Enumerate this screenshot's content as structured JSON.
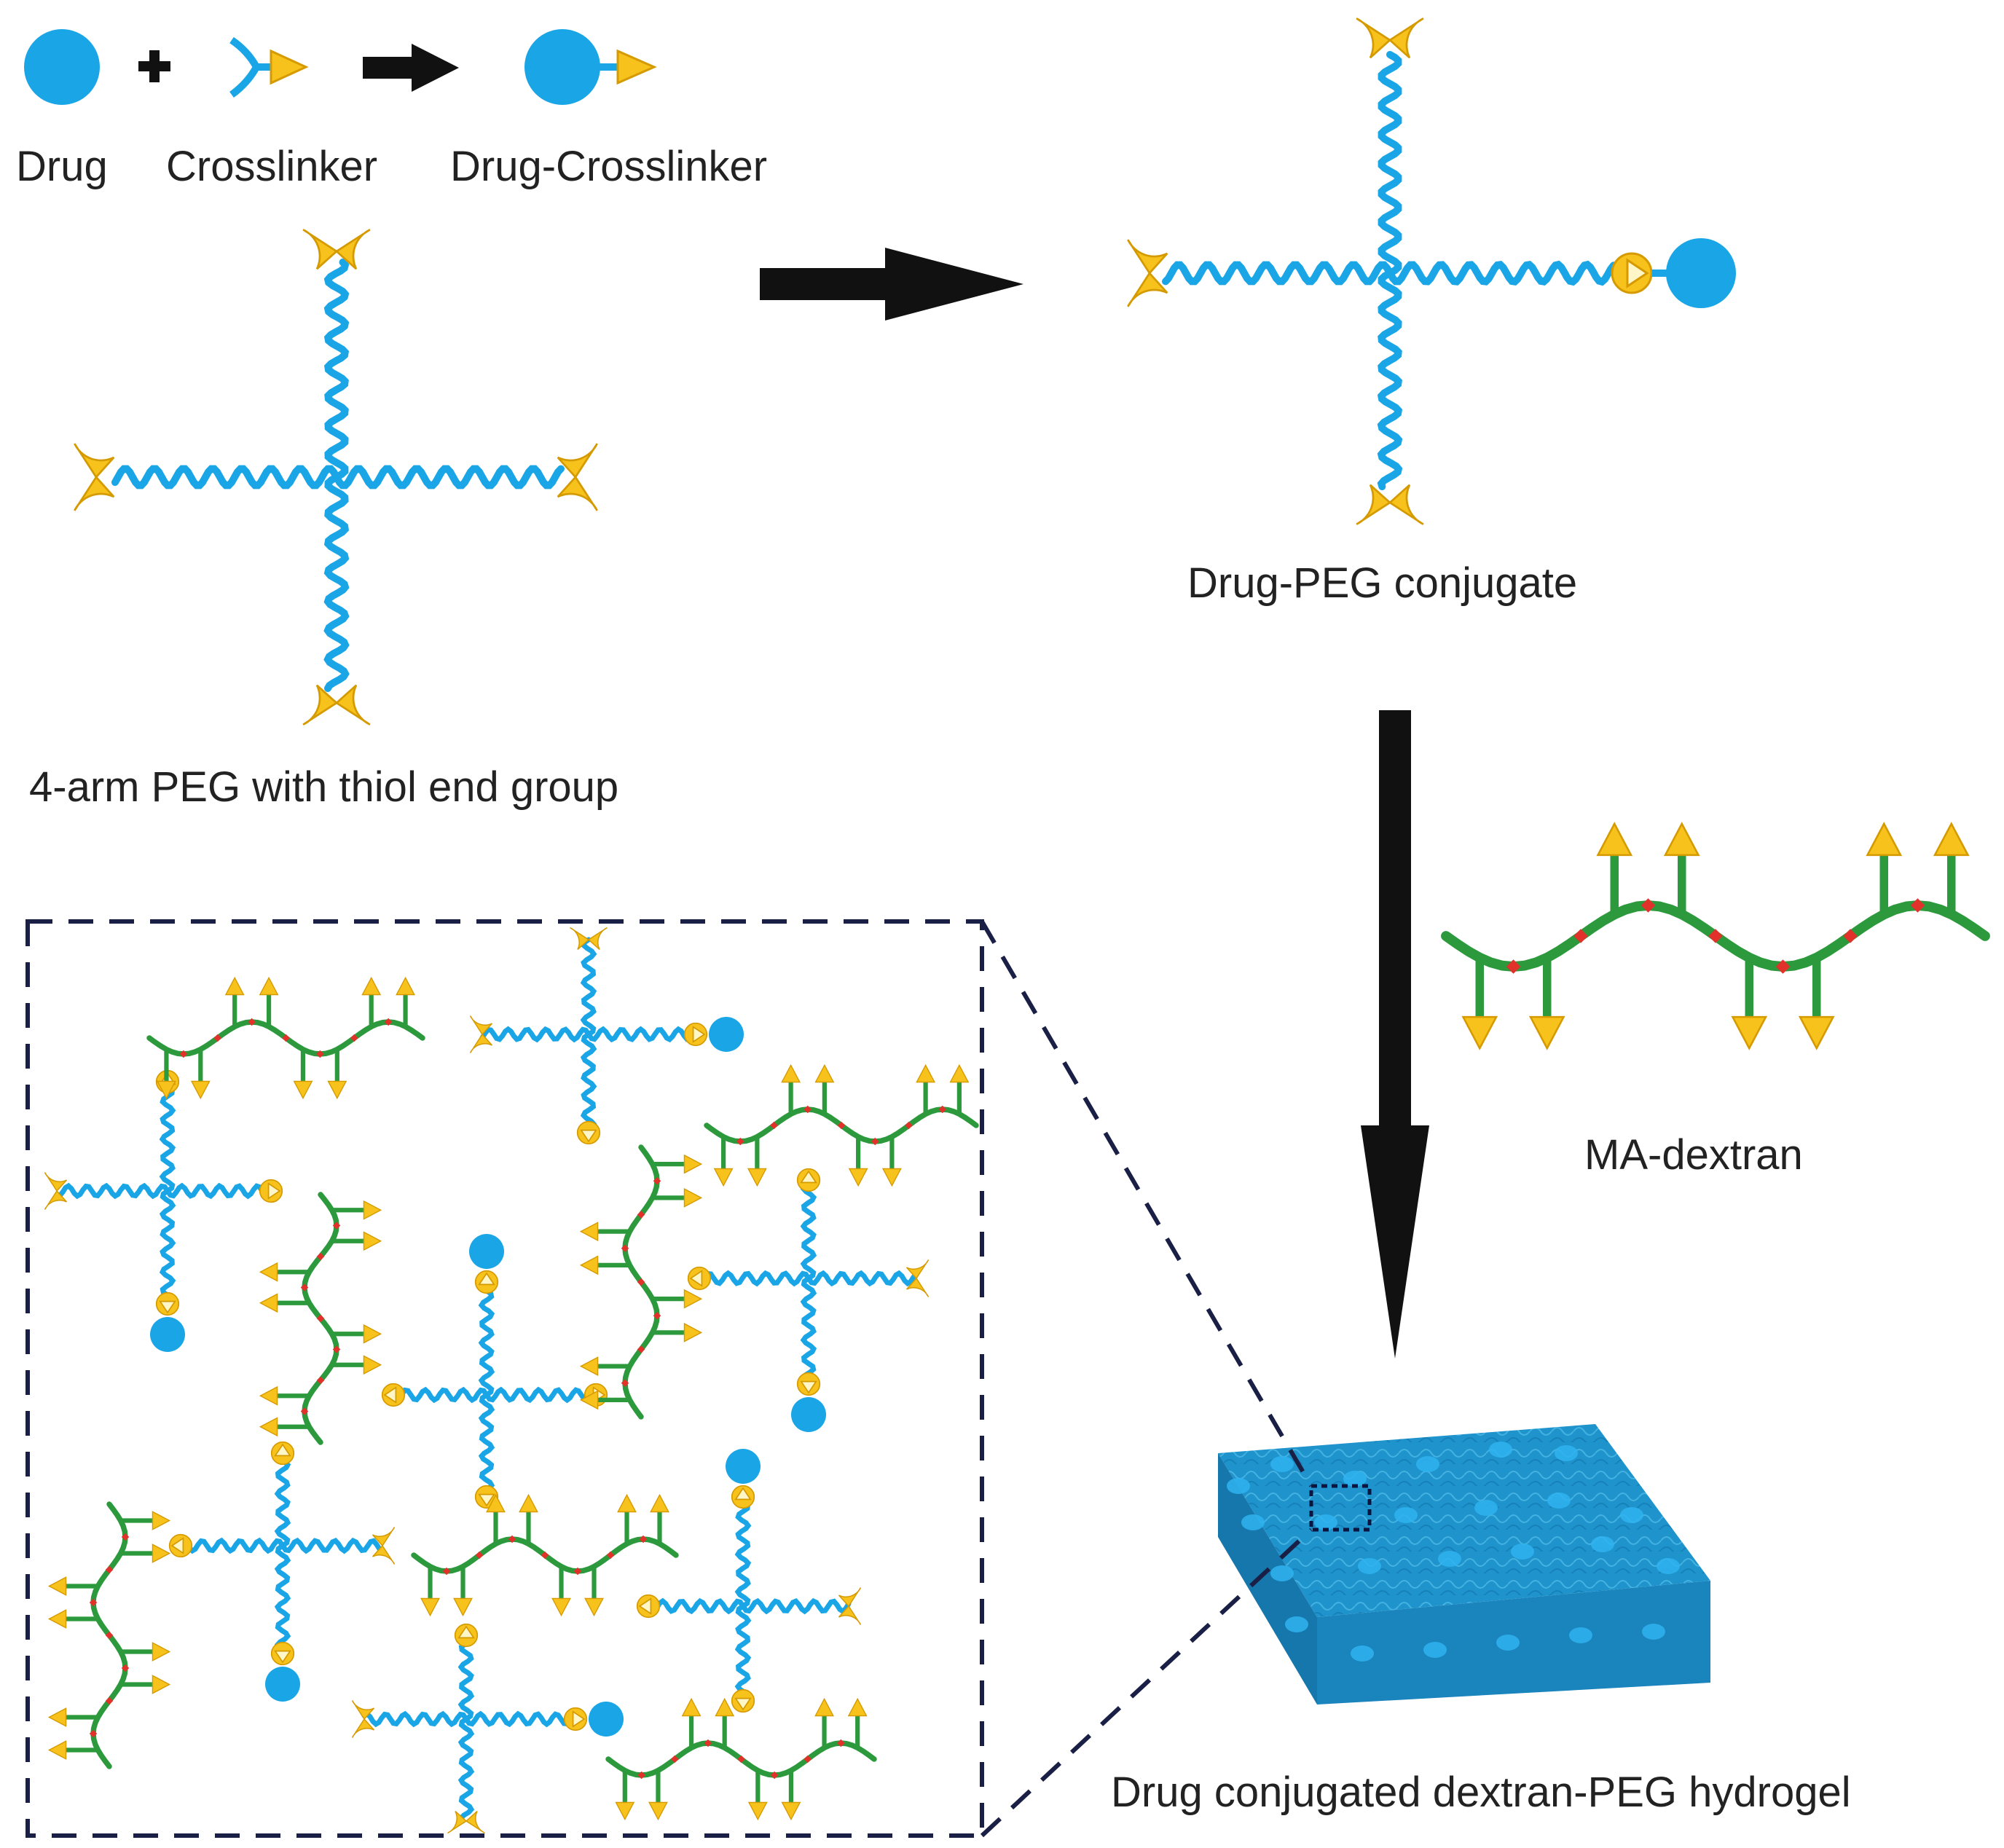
{
  "labels": {
    "drug": "Drug",
    "crosslinker": "Crosslinker",
    "drug_crosslinker": "Drug-Crosslinker",
    "peg_4arm": "4-arm PEG with thiol end group",
    "drug_peg": "Drug-PEG conjugate",
    "ma_dextran": "MA-dextran",
    "hydrogel": "Drug conjugated dextran-PEG hydrogel"
  },
  "colors": {
    "drug_blue": "#1aa6e6",
    "cap_yellow": "#f7c21b",
    "dextran_green": "#2c9a3c",
    "link_red": "#e0312a",
    "arrow_black": "#111111",
    "dash_navy": "#1a1f45",
    "gel_blue": "#1e8fc8"
  },
  "icons": {
    "plus": "plus-icon",
    "reaction_arrow": "arrow-right-icon",
    "process_arrow": "arrow-down-icon"
  }
}
